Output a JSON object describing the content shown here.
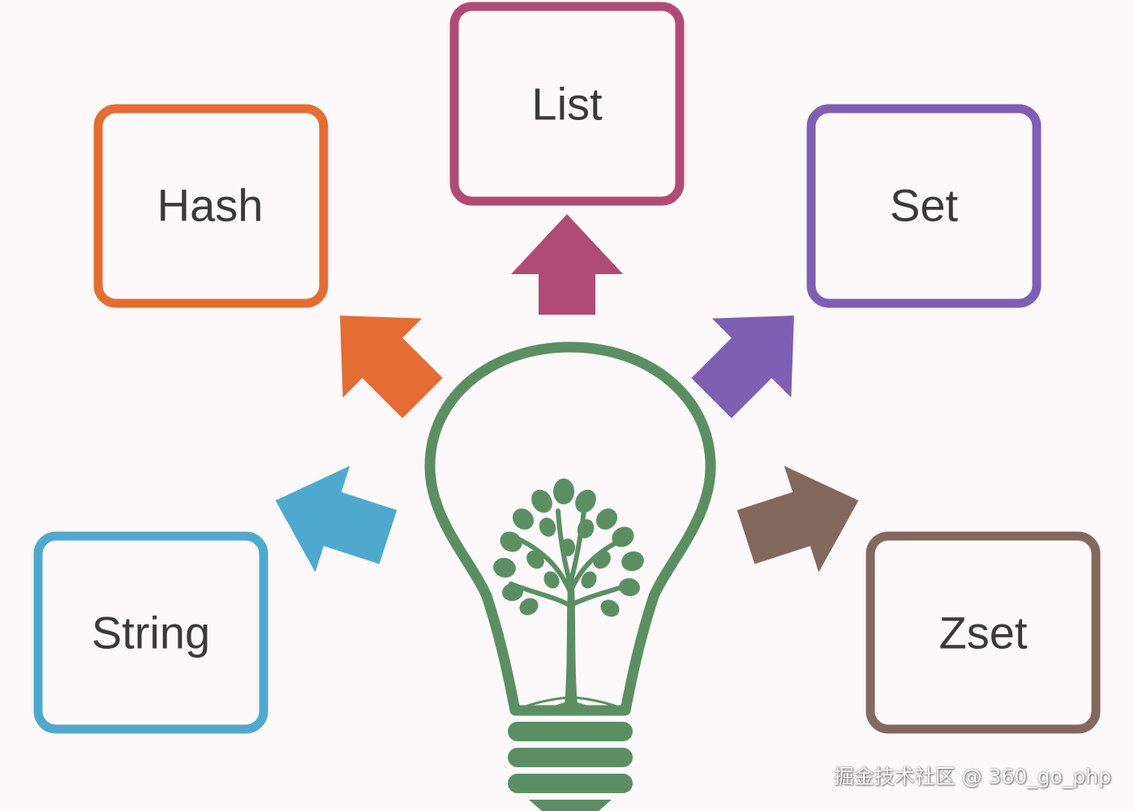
{
  "diagram": {
    "center_icon": "lightbulb-tree-icon",
    "boxes": [
      {
        "id": "string",
        "label": "String",
        "color": "#4fa9cf"
      },
      {
        "id": "hash",
        "label": "Hash",
        "color": "#e36d33"
      },
      {
        "id": "list",
        "label": "List",
        "color": "#b04c73"
      },
      {
        "id": "set",
        "label": "Set",
        "color": "#7f5fb4"
      },
      {
        "id": "zset",
        "label": "Zset",
        "color": "#83695d"
      }
    ],
    "bulb_color": "#5b8f63"
  },
  "watermark": {
    "text": "掘金技术社区 @ 360_go_php"
  }
}
